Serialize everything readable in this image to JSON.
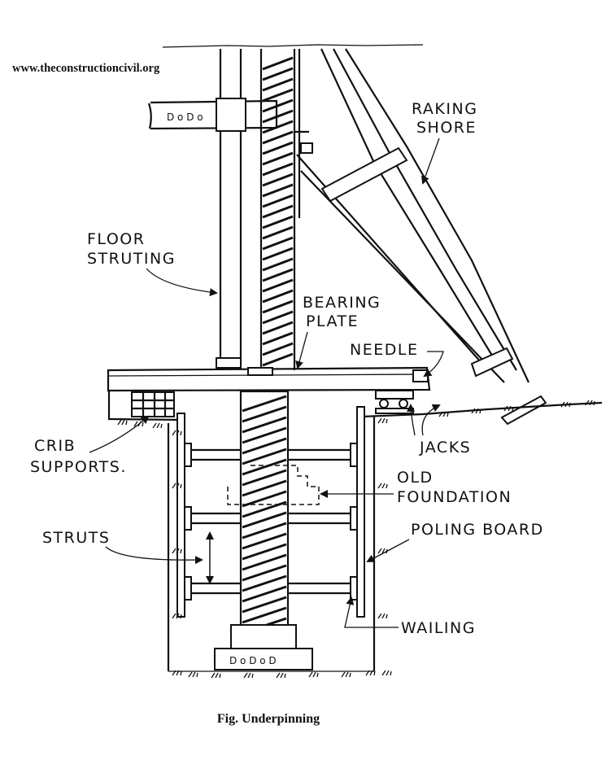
{
  "website": "www.theconstructioncivil.org",
  "caption": "Fig. Underpinning",
  "labels": {
    "raking_shore_1": "RAKING",
    "raking_shore_2": "SHORE",
    "floor_struting_1": "FLOOR",
    "floor_struting_2": "STRUTING",
    "bearing_plate_1": "BEARING",
    "bearing_plate_2": "PLATE",
    "needle": "NEEDLE",
    "jacks": "JACKS",
    "crib_supports_1": "CRIB",
    "crib_supports_2": "SUPPORTS.",
    "old_foundation_1": "OLD",
    "old_foundation_2": "FOUNDATION",
    "struts": "STRUTS",
    "poling_board": "POLING BOARD",
    "wailing": "WAILING"
  }
}
